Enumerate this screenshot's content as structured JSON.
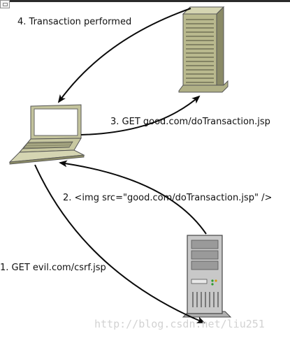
{
  "labels": {
    "step1": "1. GET evil.com/csrf.jsp",
    "step2": "2. <img src=\"good.com/doTransaction.jsp\" />",
    "step3": "3. GET good.com/doTransaction.jsp",
    "step4": "4. Transaction performed"
  },
  "watermark": "http://blog.csdn.net/liu251",
  "colors": {
    "server_body": "#b9b98e",
    "server_dark": "#8a8a66",
    "tower_body": "#c8c8c8",
    "laptop_body": "#c3c39c",
    "arrow": "#0a0a0a"
  }
}
